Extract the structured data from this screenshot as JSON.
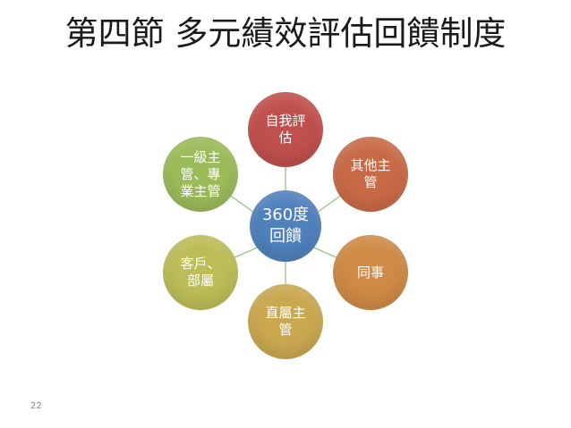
{
  "slide": {
    "title": "第四節 多元績效評估回饋制度",
    "page_number": "22"
  },
  "diagram": {
    "center": {
      "label": "360度\n回饋",
      "color": "#4f81bd"
    },
    "nodes": [
      {
        "label": "自我評\n估",
        "color": "#c0504d"
      },
      {
        "label": "其他主\n管",
        "color": "#c96a47"
      },
      {
        "label": "同事",
        "color": "#cf8a45"
      },
      {
        "label": "直屬主\n管",
        "color": "#c9a84f"
      },
      {
        "label": "客戶、\n部屬",
        "color": "#bcbd57"
      },
      {
        "label": "一級主\n管、專\n業主管",
        "color": "#9bbb59"
      }
    ]
  }
}
